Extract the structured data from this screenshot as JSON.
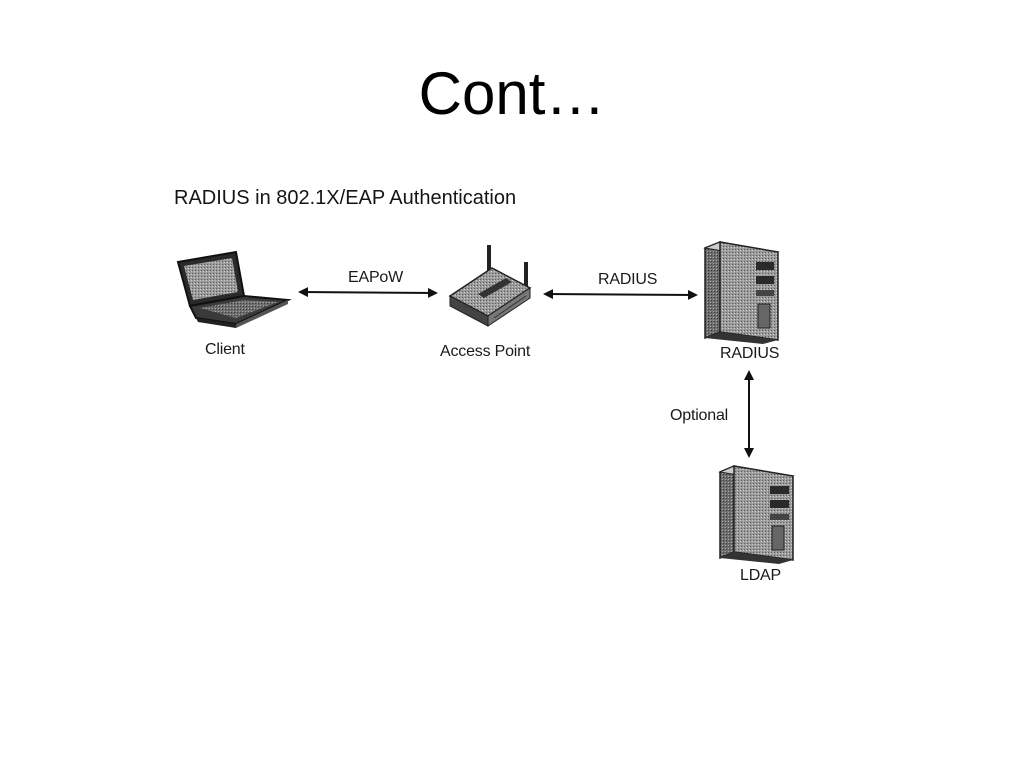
{
  "slide": {
    "title": "Cont…"
  },
  "diagram": {
    "heading": "RADIUS in 802.1X/EAP Authentication",
    "nodes": [
      {
        "id": "client",
        "label": "Client",
        "icon": "laptop-icon"
      },
      {
        "id": "access-point",
        "label": "Access Point",
        "icon": "wireless-router-icon"
      },
      {
        "id": "radius",
        "label": "RADIUS",
        "icon": "server-tower-icon"
      },
      {
        "id": "ldap",
        "label": "LDAP",
        "icon": "server-tower-icon"
      }
    ],
    "edges": [
      {
        "from": "client",
        "to": "access-point",
        "label": "EAPoW",
        "direction": "bidirectional"
      },
      {
        "from": "access-point",
        "to": "radius",
        "label": "RADIUS",
        "direction": "bidirectional"
      },
      {
        "from": "radius",
        "to": "ldap",
        "label": "Optional",
        "direction": "bidirectional"
      }
    ]
  }
}
